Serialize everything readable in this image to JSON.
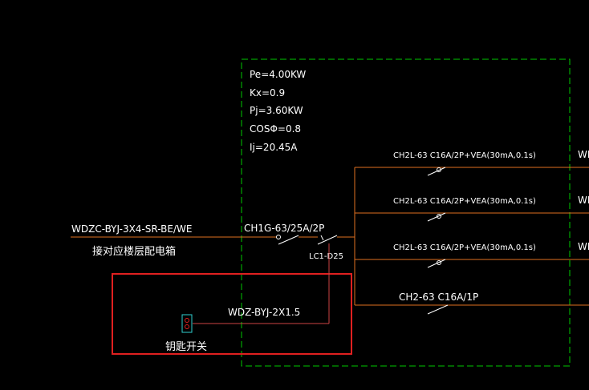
{
  "colors": {
    "background": "#000000",
    "boundary": "#00c800",
    "circuit_line": "#e07020",
    "text": "#ffffff",
    "control_wire": "#cc4444",
    "highlight_box": "#e02020",
    "key_switch": "#30d0d0"
  },
  "params": {
    "pe": "Pe=4.00KW",
    "kx": "Kx=0.9",
    "pj": "Pj=3.60KW",
    "cos": "COSΦ=0.8",
    "ij": "Ij=20.45A"
  },
  "incoming": {
    "cable": "WDZC-BYJ-3X4-SR-BE/WE",
    "note": "接对应楼层配电箱"
  },
  "main_breaker": {
    "label": "CH1G-63/25A/2P"
  },
  "contactor": {
    "label": "LC1-D25"
  },
  "branches": [
    {
      "breaker": "CH2L-63 C16A/2P+VEA(30mA,0.1s)",
      "out": "WD"
    },
    {
      "breaker": "CH2L-63 C16A/2P+VEA(30mA,0.1s)",
      "out": "WD"
    },
    {
      "breaker": "CH2L-63 C16A/2P+VEA(30mA,0.1s)",
      "out": "WD"
    },
    {
      "breaker": "CH2-63 C16A/1P",
      "out": ""
    }
  ],
  "control": {
    "wire": "WDZ-BYJ-2X1.5",
    "key_switch_label": "钥匙开关"
  }
}
